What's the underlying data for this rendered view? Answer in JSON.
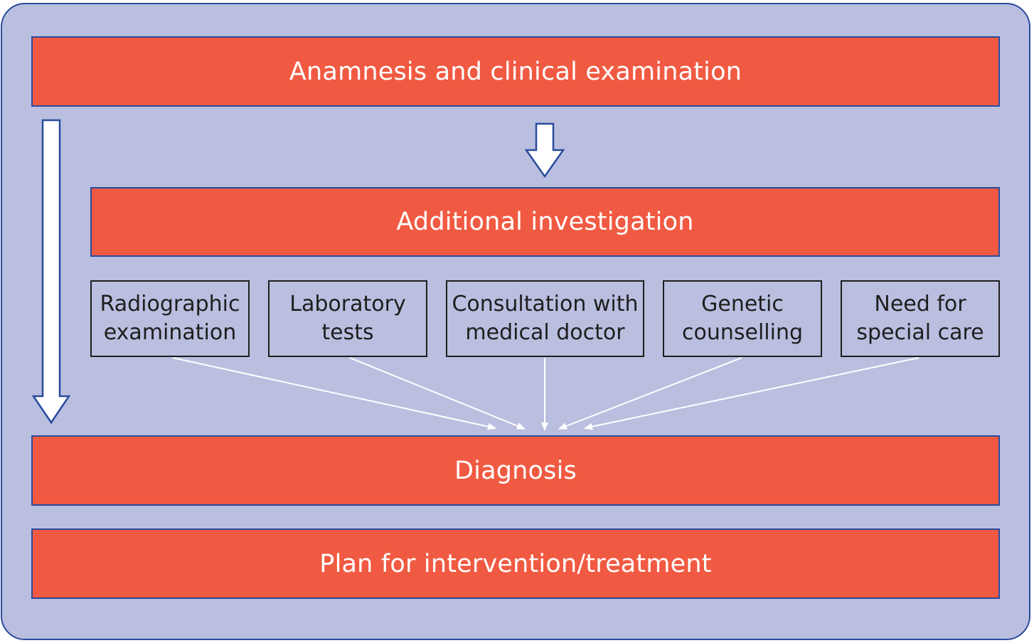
{
  "steps": {
    "anamnesis": "Anamnesis and clinical examination",
    "additional": "Additional investigation",
    "diagnosis": "Diagnosis",
    "plan": "Plan for intervention/treatment"
  },
  "investigations": [
    {
      "line1": "Radiographic",
      "line2": "examination"
    },
    {
      "line1": "Laboratory",
      "line2": "tests"
    },
    {
      "line1": "Consultation with",
      "line2": "medical doctor"
    },
    {
      "line1": "Genetic",
      "line2": "counselling"
    },
    {
      "line1": "Need for",
      "line2": "special care"
    }
  ],
  "colors": {
    "background": "#babfe0",
    "bar_fill": "#f15a42",
    "border_blue": "#2a4a9c",
    "box_border": "#1e1e1e",
    "arrow": "#ffffff"
  }
}
